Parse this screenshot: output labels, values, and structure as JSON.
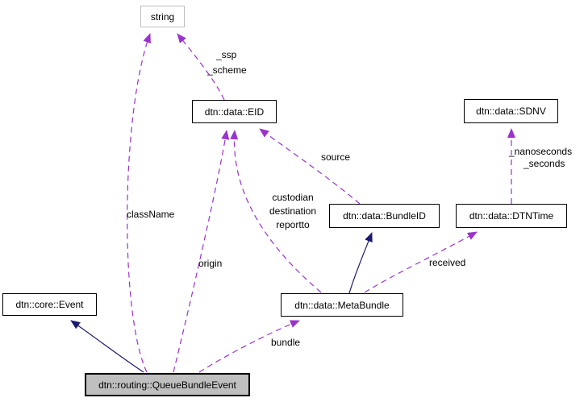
{
  "diagram": {
    "type": "collaboration-graph",
    "background": "#ffffff",
    "colors": {
      "usage_edge": "#9a32cd",
      "inheritance_edge": "#191970",
      "node_border": "#000000",
      "external_node_border": "#bebebe",
      "selected_node_fill": "#bfbfbf",
      "text": "#000000"
    }
  },
  "nodes": [
    {
      "id": "string",
      "label": "string"
    },
    {
      "id": "eid",
      "label": "dtn::data::EID"
    },
    {
      "id": "sdnv",
      "label": "dtn::data::SDNV"
    },
    {
      "id": "bundleid",
      "label": "dtn::data::BundleID"
    },
    {
      "id": "dtntime",
      "label": "dtn::data::DTNTime"
    },
    {
      "id": "event",
      "label": "dtn::core::Event"
    },
    {
      "id": "metabundle",
      "label": "dtn::data::MetaBundle"
    },
    {
      "id": "queuebundleevent",
      "label": "dtn::routing::QueueBundleEvent"
    }
  ],
  "edges": [
    {
      "from": "dtn::data::EID",
      "to": "string",
      "kind": "usage",
      "labels": [
        "_ssp",
        "_scheme"
      ]
    },
    {
      "from": "dtn::data::BundleID",
      "to": "dtn::data::EID",
      "kind": "usage",
      "labels": [
        "source"
      ]
    },
    {
      "from": "dtn::data::MetaBundle",
      "to": "dtn::data::EID",
      "kind": "usage",
      "labels": [
        "custodian",
        "destination",
        "reportto"
      ]
    },
    {
      "from": "dtn::routing::QueueBundleEvent",
      "to": "string",
      "kind": "usage",
      "labels": [
        "className"
      ]
    },
    {
      "from": "dtn::routing::QueueBundleEvent",
      "to": "dtn::data::EID",
      "kind": "usage",
      "labels": [
        "origin"
      ]
    },
    {
      "from": "dtn::routing::QueueBundleEvent",
      "to": "dtn::data::MetaBundle",
      "kind": "usage",
      "labels": [
        "bundle"
      ]
    },
    {
      "from": "dtn::data::MetaBundle",
      "to": "dtn::data::DTNTime",
      "kind": "usage",
      "labels": [
        "received"
      ]
    },
    {
      "from": "dtn::data::DTNTime",
      "to": "dtn::data::SDNV",
      "kind": "usage",
      "labels": [
        "_nanoseconds",
        "_seconds"
      ]
    },
    {
      "from": "dtn::routing::QueueBundleEvent",
      "to": "dtn::core::Event",
      "kind": "inheritance",
      "labels": []
    },
    {
      "from": "dtn::data::MetaBundle",
      "to": "dtn::data::BundleID",
      "kind": "inheritance",
      "labels": []
    }
  ],
  "edge_labels": {
    "ssp": "_ssp",
    "scheme": "_scheme",
    "source": "source",
    "custodian": "custodian",
    "destination": "destination",
    "reportto": "reportto",
    "classname": "className",
    "origin": "origin",
    "nanoseconds": "_nanoseconds",
    "seconds": "_seconds",
    "received": "received",
    "bundle": "bundle"
  }
}
